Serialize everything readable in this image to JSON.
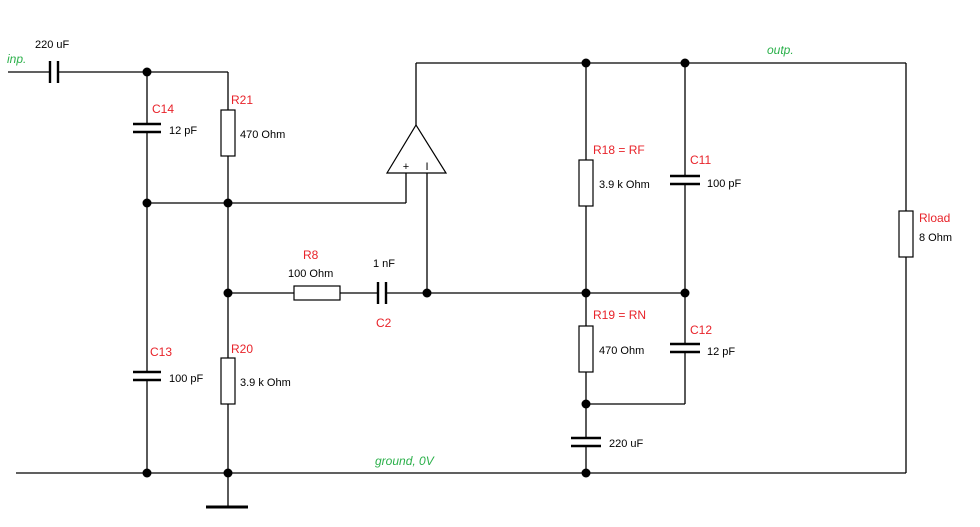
{
  "colors": {
    "reference_designator": "#e8232a",
    "net_label": "#2bb04a",
    "wire": "#000000"
  },
  "nets": {
    "input": "inp.",
    "output": "outp.",
    "ground": "ground, 0V"
  },
  "components": {
    "c_in": {
      "value": "220 uF"
    },
    "c14": {
      "ref": "C14",
      "value": "12 pF"
    },
    "r21": {
      "ref": "R21",
      "value": "470  Ohm"
    },
    "c13": {
      "ref": "C13",
      "value": "100 pF"
    },
    "r20": {
      "ref": "R20",
      "value": "3.9 k Ohm"
    },
    "r8": {
      "ref": "R8",
      "value": "100  Ohm"
    },
    "c2": {
      "ref": "C2",
      "value": "1 nF"
    },
    "r18": {
      "ref": "R18 = RF",
      "value": "3.9 k Ohm"
    },
    "c11": {
      "ref": "C11",
      "value": "100 pF"
    },
    "r19": {
      "ref": "R19 = RN",
      "value": "470  Ohm"
    },
    "c12": {
      "ref": "C12",
      "value": "12 pF"
    },
    "c_fb": {
      "value": "220 uF"
    },
    "rload": {
      "ref": "Rload",
      "value": "8  Ohm"
    }
  },
  "opamp": {
    "plus_sign": "+",
    "minus_sign": "I"
  }
}
